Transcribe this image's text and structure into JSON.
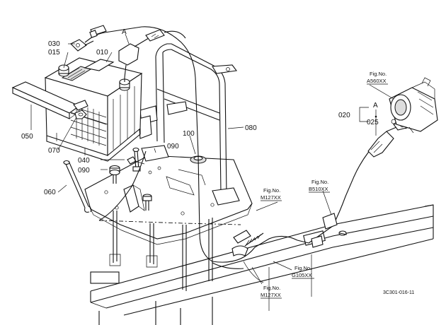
{
  "parts": {
    "p030": "030",
    "p015": "015",
    "p010": "010",
    "pA_top": "A",
    "p050": "050",
    "p070": "070",
    "p060": "060",
    "p080": "080",
    "p100": "100",
    "p090a": "090",
    "p040": "040",
    "p090b": "090",
    "p020": "020",
    "pA_right": "A",
    "p025": "025"
  },
  "figrefs": {
    "a560_label": "Fig.No.",
    "a560_code": "A560XX",
    "b510_label": "Fig.No.",
    "b510_code": "B510XX",
    "m127_top_label": "Fig.No.",
    "m127_top_code": "M127XX",
    "g105_label": "Fig.No.",
    "g105_code": "G105XX",
    "m127_bot_label": "Fig.No.",
    "m127_bot_code": "M127XX"
  },
  "drawing_code": "3C301-016-11",
  "icons": [
    "battery-icon",
    "starter-motor-icon",
    "battery-cable-icon"
  ]
}
